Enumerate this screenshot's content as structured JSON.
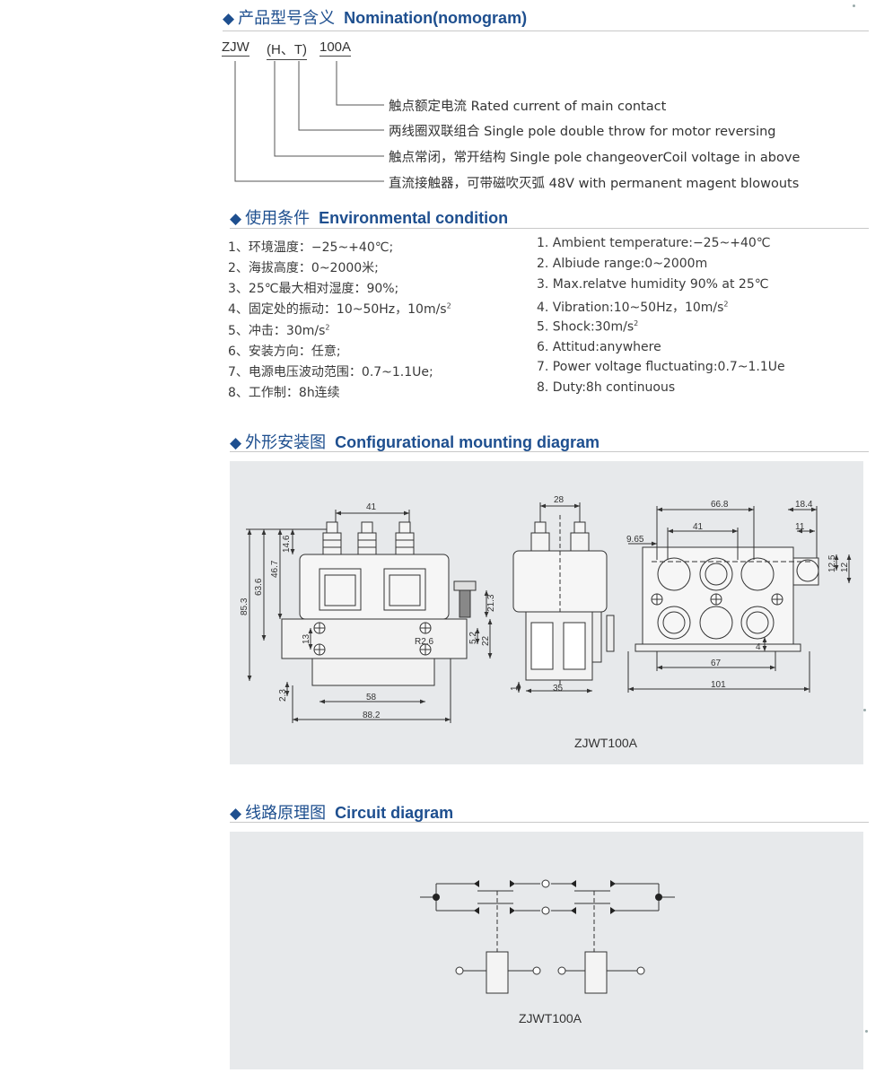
{
  "sections": {
    "nomination": {
      "cn": "产品型号含义",
      "en": "Nomination(nomogram)"
    },
    "environment": {
      "cn": "使用条件",
      "en": "Environmental condition"
    },
    "mounting": {
      "cn": "外形安装图",
      "en": "Configurational mounting diagram"
    },
    "circuit": {
      "cn": "线路原理图",
      "en": "Circuit diagram"
    }
  },
  "model_code": {
    "series": "ZJW",
    "variant": "(H、T)",
    "current": "100A"
  },
  "nomination_lines": [
    "触点额定电流 Rated current of main contact",
    "两线圈双联组合 Single pole double throw for motor reversing",
    "触点常闭，常开结构 Single pole changeoverCoil voltage in above",
    "直流接触器，可带磁吹灭弧 48V with permanent magent blowouts"
  ],
  "conditions_cn": [
    "1、环境温度：−25~+40℃;",
    "2、海拔高度：0~2000米;",
    "3、25℃最大相对湿度：90%;",
    "4、固定处的振动：10~50Hz，10m/s",
    "5、冲击：30m/s",
    "6、安装方向：任意;",
    "7、电源电压波动范围：0.7~1.1Ue;",
    "8、工作制：8h连续"
  ],
  "conditions_cn_sup": {
    "4": "2",
    "5": "2"
  },
  "conditions_en": [
    "1. Ambient temperature:−25~+40℃",
    "2. Albiude range:0~2000m",
    "3. Max.relatve humidity 90% at 25℃",
    "4. Vibration:10~50Hz，10m/s",
    "5. Shock:30m/s",
    "6. Attitud:anywhere",
    "7. Power voltage fluctuating:0.7~1.1Ue",
    "8. Duty:8h continuous"
  ],
  "conditions_en_sup": {
    "4": "2",
    "5": "2"
  },
  "mounting_dims": {
    "front_top": "41",
    "front_h1": "14.6",
    "front_h2": "46.7",
    "front_h3": "63.6",
    "front_h4": "85.3",
    "front_side1": "21.3",
    "front_side2": "5.2",
    "front_side3": "22",
    "front_hole": "13",
    "front_radius": "R2.6",
    "front_bottom1": "58",
    "front_bottom2": "88.2",
    "front_base": "2.3",
    "side_top": "28",
    "side_bottom": "35",
    "side_base": "1",
    "top_width": "66.8",
    "top_inner": "41",
    "top_offset": "9.65",
    "top_right1": "18.4",
    "top_right2": "11",
    "top_right3": "12.5",
    "top_right4": "12",
    "top_bottom1": "67",
    "top_bottom2": "101",
    "top_small": "4"
  },
  "mounting_model": "ZJWT100A",
  "circuit_model": "ZJWT100A"
}
